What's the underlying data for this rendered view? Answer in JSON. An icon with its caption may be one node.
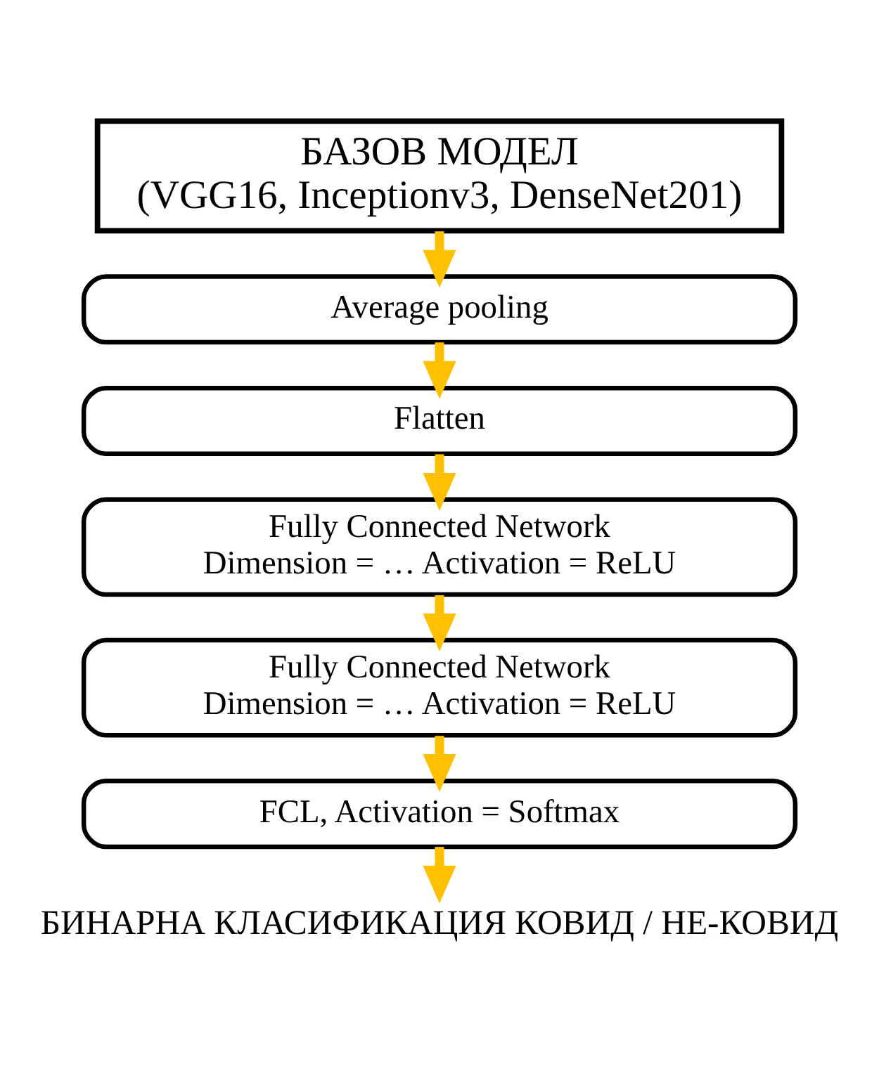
{
  "diagram": {
    "nodes": [
      {
        "text": [
          "БАЗОВ МОДЕЛ",
          "(VGG16, Inceptionv3, DenseNet201)"
        ]
      },
      {
        "text": [
          "Average pooling"
        ]
      },
      {
        "text": [
          "Flatten"
        ]
      },
      {
        "text": [
          "Fully Connected Network",
          "Dimension = … Activation = ReLU"
        ]
      },
      {
        "text": [
          "Fully Connected Network",
          "Dimension = … Activation = ReLU"
        ]
      },
      {
        "text": [
          "FCL, Activation = Softmax"
        ]
      },
      {
        "text": [
          "БИНАРНА КЛАСИФИКАЦИЯ КОВИД / НЕ-КОВИД"
        ]
      }
    ],
    "edges": [
      {
        "from": 0,
        "to": 1,
        "arrow": "to",
        "color": "#ffc000"
      },
      {
        "from": 1,
        "to": 2,
        "arrow": "to",
        "color": "#ffc000"
      },
      {
        "from": 2,
        "to": 3,
        "arrow": "to",
        "color": "#ffc000"
      },
      {
        "from": 3,
        "to": 4,
        "arrow": "to",
        "color": "#ffc000"
      },
      {
        "from": 4,
        "to": 5,
        "arrow": "to",
        "color": "#ffc000"
      },
      {
        "from": 5,
        "to": 6,
        "arrow": "to",
        "color": "#ffc000"
      }
    ]
  }
}
